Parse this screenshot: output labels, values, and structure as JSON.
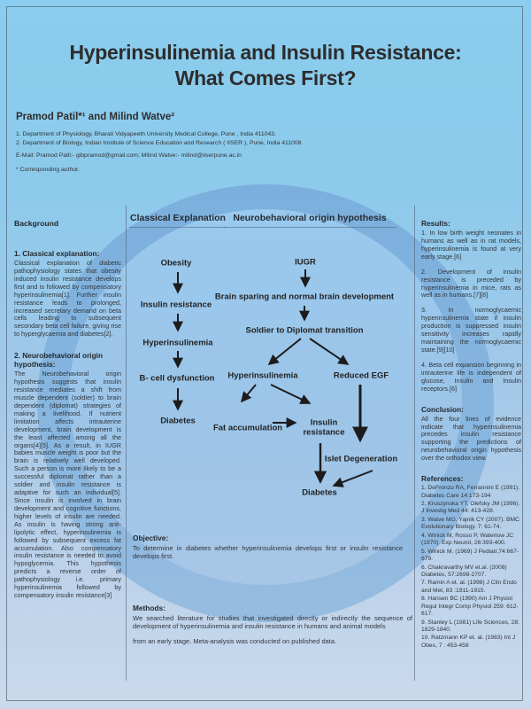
{
  "header": {
    "title_line1": "Hyperinsulinemia and Insulin Resistance:",
    "title_line2": "What Comes First?",
    "authors": "Pramod Patil*¹ and Milind Watve²",
    "affiliation1": "1. Department of Physiology, Bharati Vidyapeeth University Medical College, Pune , India 411043.",
    "affiliation2": "2. Department of Biology, Indian Institute of Science Education and Research ( IISER ), Pune, India 411008.",
    "email": "E-Mail: Pramod Patil:- gibpramod@gmail.com; Milind Watve:- milind@iiserpune.ac.in",
    "corresponding": "* Corresponding author."
  },
  "background": {
    "heading": "Background",
    "classical_heading": "1. Classical explanation:",
    "classical_text": "Classical explanation of diabetic pathophysiology states that obesity induced insulin resistance develops first and is followed by compensatory hyperinsulinemia[1]. Further insulin resistance leads to prolonged, increased secretary demand on beta cells leading to subsequent secondary beta cell failure, giving rise to hyperglycaemia and diabetes[2].",
    "neuro_heading": "2. Neurobehavioral origin hypothesis:",
    "neuro_text": "The Neurobehavioral origin hypothesis suggests that insulin resistance mediates a shift from muscle dependent (soldier) to brain dependent (diplomat) strategies of making a livelihood. If nutrient limitation affects intrauterine development, brain development is the least affected among all the organs[4][5]. As a result, in IUGR babies muscle weight is poor but the brain is relatively well developed. Such a person is more likely to be a successful diplomat rather than a soldier and insulin resistance is adaptive for such an individual[5]. Since insulin is involved in brain development and cognitive functions, higher levels of insulin are needed. As insulin is having strong anti-lipolytic effect, hyperinsulinemia is followed by subsequent excess fat accumulation. Also compensatory insulin resistance is needed to avoid hypoglycemia. This hypothesis predicts a reverse order of pathophysiology i.e. primary hyperinsulinemia followed by compensatory insulin resistance[3]"
  },
  "flowchart": {
    "classical_header": "Classical Explanation",
    "neuro_header": "Neurobehavioral origin hypothesis",
    "nodes": {
      "obesity": "Obesity",
      "insulin_resistance": "Insulin resistance",
      "hyperinsulinemia": "Hyperinsulinemia",
      "b_cell_dysfunction": "B- cell dysfunction",
      "diabetes_classical": "Diabetes",
      "iugr": "IUGR",
      "brain_sparing": "Brain sparing and normal brain development",
      "soldier_diplomat": "Soldier to Diplomat transition",
      "hyperinsulinemia2": "Hyperinsulinemia",
      "reduced_egf": "Reduced EGF",
      "fat_accumulation": "Fat accumulation",
      "insulin_resistance2": "Insulin resistance",
      "islet_degeneration": "Islet Degeneration",
      "diabetes_neuro": "Diabetes"
    }
  },
  "objective": {
    "heading": "Objective:",
    "text": "To determine in diabetes whether hyperinsulinemia develops first or insulin resistance develops first."
  },
  "methods": {
    "heading": "Methods:",
    "text1": "We searched literature for studies that investigated directly or indirectly the sequence of development of hyperinsulinemia and insulin resistance in humans and animal models",
    "text2": "from an early stage. Meta-analysis was conducted on published data."
  },
  "results": {
    "heading": "Results:",
    "items": [
      "1. In low birth weight neonates in humans as well as in rat models, hyperinsulinemia is found at very early stage.[6]",
      "2. Development of insulin resistance is preceded by hyperinsulinemia in mice, rats as well as in humans.[7][8]",
      "3. In normoglycaemic hyperinsulinemia state if insulin production is suppressed insulin sensitivity increases rapidly maintaining the normoglycaemic state.[9][10]",
      "4. Beta cell expansion beginning in intrauterine life is independent of glucose, Insulin and Insulin receptors.[6]"
    ]
  },
  "conclusion": {
    "heading": "Conclusion:",
    "text": "All the four lines of evidence indicate that hyperinsulinemia precedes insulin resistance supporting the predictions of neurobehavioral origin hypothesis over the orthodox view."
  },
  "references": {
    "heading": "References:",
    "items": [
      "1. DeFronzo RA, Ferrannini E (1991). Diabetes Care 14:173-194",
      "2. Kruszynska YT, Olefsky JM (1996). J Investig Med 44: 413-428.",
      "3. Watve MG, Yajnik CY (2007). BMC Evolutionary Biology. 7: 61-74.",
      "4. Winick M, Rosso P, Waterlow JC (1970). Exp Neurol, 26:393-400.",
      "5. Winick M. (1969) J Pediatr,74:667-679.",
      "6. Chakravarthy MV et.al. (2008) Diabetes, 57:2698-2707.",
      "7. Ramin A et. al. (1998) J Clin Endo and Met, 83 :1911-1915.",
      "8. Hansen BC (1990) Am J Physiol Regul Integr Comp Physiol 259: 612-617.",
      "9. Stanley L (1981) Life Sciences, 28: 1829-1840.",
      "10. Ratzmann KP et. al. (1983) Int J Obes, 7 : 453-458"
    ]
  },
  "colors": {
    "page_top": "#8acdee",
    "page_bottom": "#cadaec",
    "ring_blue": "#7bafdd",
    "inner_blue": "#99c9ee",
    "text": "#2d2d2d",
    "arrow": "#1c1c1c"
  }
}
